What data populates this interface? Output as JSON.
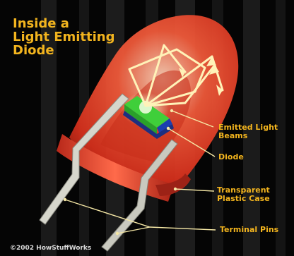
{
  "title": {
    "line1": "Inside a",
    "line2": "Light Emitting",
    "line3": "Diode"
  },
  "labels": {
    "emitted_light_beams": {
      "line1": "Emitted Light",
      "line2": "Beams"
    },
    "diode": "Diode",
    "transparent_plastic_case": {
      "line1": "Transparent",
      "line2": "Plastic Case"
    },
    "terminal_pins": "Terminal Pins"
  },
  "copyright": "©2002 HowStuffWorks",
  "colors": {
    "background": "#050505",
    "label_text": "#f2b41e",
    "leader_lines": "#f6e8a6",
    "led_case": "#e63a1e",
    "chip_emitter": "#3fcf3a",
    "chip_base": "#1a3fb0",
    "pins": "#cfcfc6",
    "copyright_text": "#d9d9d9"
  }
}
